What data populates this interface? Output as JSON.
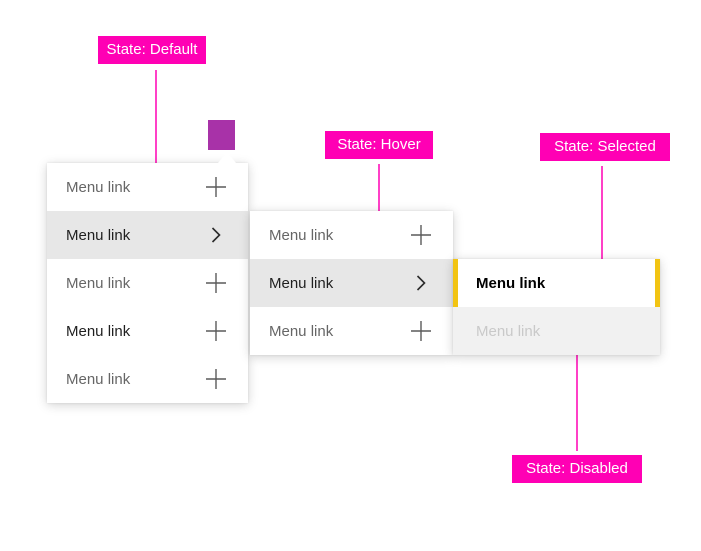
{
  "annotations": {
    "default": {
      "label": "State: Default"
    },
    "hover": {
      "label": "State: Hover"
    },
    "selected": {
      "label": "State: Selected"
    },
    "disabled": {
      "label": "State: Disabled"
    }
  },
  "menus": {
    "level1": {
      "items": [
        {
          "label": "Menu link",
          "icon": "plus",
          "state": "default"
        },
        {
          "label": "Menu link",
          "icon": "chevron-right",
          "state": "expanded"
        },
        {
          "label": "Menu link",
          "icon": "plus",
          "state": "default"
        },
        {
          "label": "Menu link",
          "icon": "plus",
          "state": "default-emphasis"
        },
        {
          "label": "Menu link",
          "icon": "plus",
          "state": "default"
        }
      ]
    },
    "level2": {
      "items": [
        {
          "label": "Menu link",
          "icon": "plus",
          "state": "default"
        },
        {
          "label": "Menu link",
          "icon": "chevron-right",
          "state": "hover"
        },
        {
          "label": "Menu link",
          "icon": "plus",
          "state": "default"
        }
      ]
    },
    "level3": {
      "items": [
        {
          "label": "Menu link",
          "icon": "none",
          "state": "selected"
        },
        {
          "label": "Menu link",
          "icon": "none",
          "state": "disabled"
        }
      ]
    }
  },
  "colors": {
    "annotation_pink": "#ff00b4",
    "trigger_purple": "#a832a8",
    "selected_yellow": "#f2c413",
    "hover_row_bg": "#e7e7e7",
    "disabled_row_bg": "#f1f1f1",
    "disabled_text": "#c9c9c9",
    "default_text": "#666666",
    "emphasis_text": "#1f1f1f",
    "selected_text": "#000000",
    "icon_gray": "#5a5a5a"
  }
}
